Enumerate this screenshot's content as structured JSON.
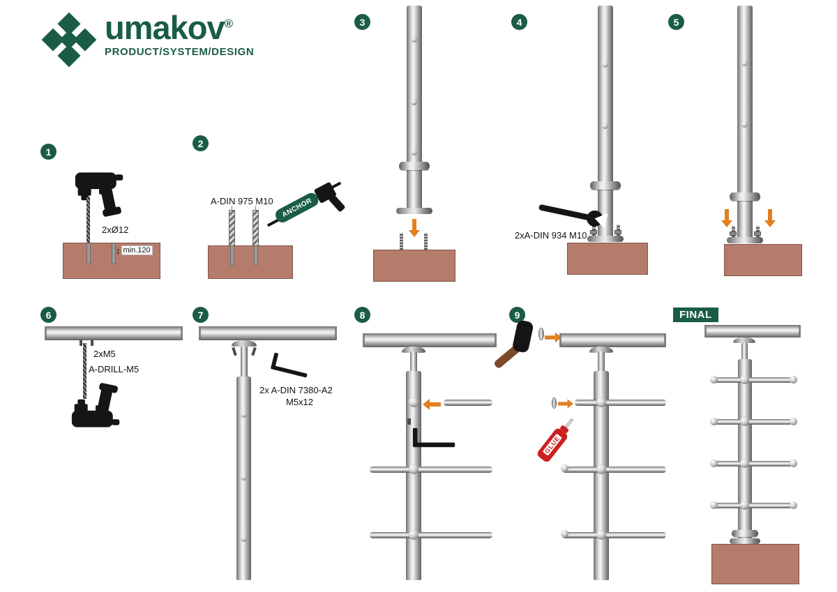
{
  "logo": {
    "brand": "umakov",
    "reg": "®",
    "tagline": "PRODUCT/SYSTEM/DESIGN"
  },
  "colors": {
    "brand_green": "#1a5c46",
    "concrete": "#b57c6c",
    "arrow_orange": "#e0801f",
    "glue_red": "#cc2020",
    "tool_black": "#151515",
    "handle_brown": "#7a4a2b"
  },
  "icons": {
    "depth_arrow": "↕"
  },
  "steps": {
    "s1": {
      "number": "1",
      "hole_label": "2xØ12",
      "depth_label": "min.120"
    },
    "s2": {
      "number": "2",
      "rod_label": "A-DIN 975 M10",
      "gun_label": "ANCHOR"
    },
    "s3": {
      "number": "3"
    },
    "s4": {
      "number": "4",
      "nut_label": "2xA-DIN 934 M10"
    },
    "s5": {
      "number": "5"
    },
    "s6": {
      "number": "6",
      "screw_label": "2xM5",
      "drill_label": "A-DRILL-M5"
    },
    "s7": {
      "number": "7",
      "screw_label_1": "2x A-DIN 7380-A2",
      "screw_label_2": "M5x12"
    },
    "s8": {
      "number": "8"
    },
    "s9": {
      "number": "9",
      "glue_label": "GLUE"
    },
    "final": {
      "label": "FINAL"
    }
  }
}
